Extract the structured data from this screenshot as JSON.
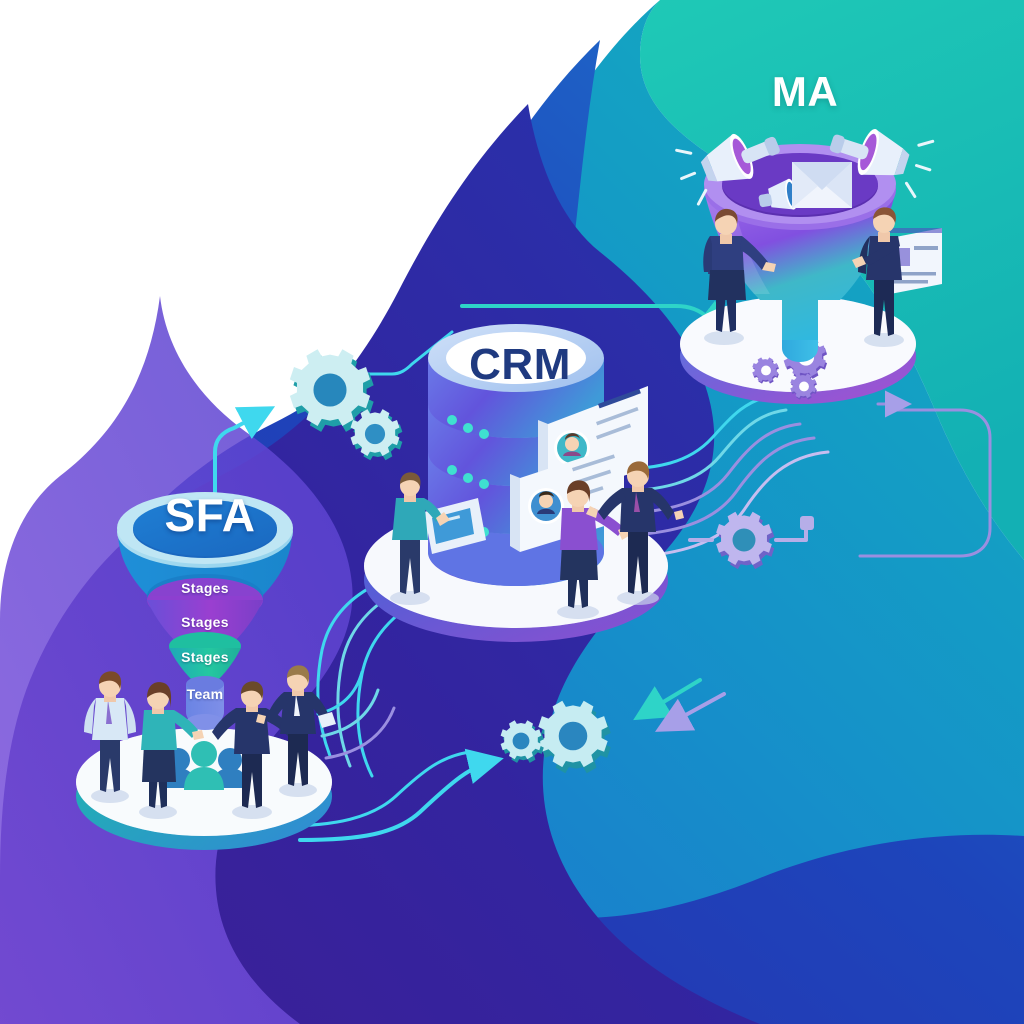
{
  "diagram": {
    "type": "isometric-infographic",
    "description": "Sales and marketing technology flow diagram with three isometric platforms connected by circuit arrows",
    "background": {
      "base_color": "#ffffff",
      "waves": [
        {
          "name": "teal-wave",
          "color_from": "#1fc5b4",
          "color_to": "#17b5ad"
        },
        {
          "name": "cyan-blue-wave",
          "color_from": "#17a8c4",
          "color_to": "#1f74c8"
        },
        {
          "name": "blue-wave",
          "color_from": "#1f5fd0",
          "color_to": "#2038b4"
        },
        {
          "name": "indigo-wave",
          "color_from": "#2a2ca8",
          "color_to": "#3d1f9e"
        },
        {
          "name": "violet-wave",
          "color_from": "#5a3fd0",
          "color_to": "#7b4fd8"
        }
      ]
    }
  },
  "nodes": {
    "sfa": {
      "label": "SFA",
      "label_color": "#ffffff",
      "funnel_bands": [
        {
          "label": "",
          "color": "#1a84d6"
        },
        {
          "label": "Stages",
          "color": "#1b8fd4"
        },
        {
          "label": "Stages",
          "color": "#8e3fd0"
        },
        {
          "label": "Stages",
          "color": "#1fba9c"
        },
        {
          "label": "Team",
          "color": "#6f7fe0"
        }
      ],
      "platform_color": "#ffffff",
      "platform_rim_color": "#1fb8ae",
      "people_count": 4,
      "center_icon": "team-group-icon"
    },
    "crm": {
      "label": "CRM",
      "label_color": "#1f3a80",
      "database_layers": 4,
      "layer_color_top": "#6f7fe8",
      "layer_color_bottom": "#5a4fd8",
      "cards": [
        {
          "avatar": "female-avatar",
          "lines": 3
        },
        {
          "avatar": "male-avatar",
          "lines": 3
        }
      ],
      "people_count": 3,
      "platform_color": "#ffffff",
      "platform_rim_color": "#6a5fd8"
    },
    "ma": {
      "label": "MA",
      "label_color": "#ffffff",
      "funnel_color_top": "#8b5fe0",
      "funnel_color_bottom": "#2fc0d8",
      "icons": [
        "megaphone-icon",
        "megaphone-icon",
        "megaphone-icon",
        "envelope-icon"
      ],
      "gears_count": 3,
      "gear_color": "#8e7fe0",
      "people_count": 2,
      "chat_panel": "message-panel",
      "platform_color": "#ffffff",
      "platform_rim_color": "#8b5fd0"
    }
  },
  "connectors": {
    "gear_clusters": [
      {
        "name": "gear-cluster-left",
        "color": "#b9e6ee",
        "count": 2
      },
      {
        "name": "gear-cluster-mid-right",
        "color": "#a79fe0",
        "count": 1
      },
      {
        "name": "gear-cluster-bottom",
        "color": "#b9e6ee",
        "count": 2
      }
    ],
    "arrow_color_teal": "#2ed4c8",
    "arrow_color_cyan": "#38d8ee",
    "arrow_color_violet": "#a79fe8",
    "line_color_cyan": "#3fd6ee",
    "line_color_violet": "#9a8fe0"
  }
}
